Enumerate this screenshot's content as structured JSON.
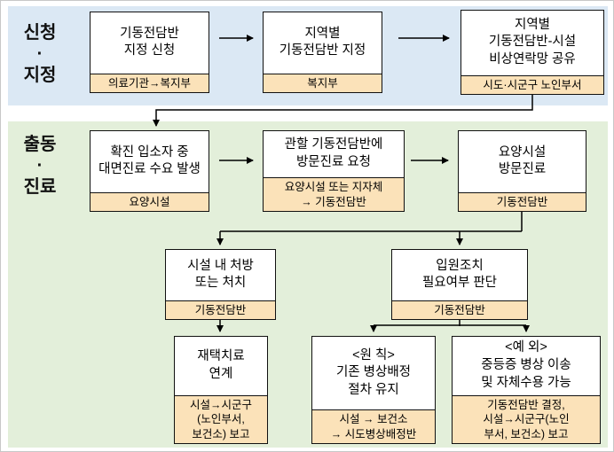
{
  "colors": {
    "section_apply_bg": "#dbe8f4",
    "section_dispatch_bg": "#e3efda",
    "footer_bg": "#fbe2b9",
    "box_border": "#111111"
  },
  "sections": {
    "apply": {
      "label": "신청\n·\n지정",
      "boxes": {
        "request": {
          "main": "기동전담반\n지정 신청",
          "footer": "의료기관→복지부"
        },
        "designate": {
          "main": "지역별\n기동전담반 지정",
          "footer": "복지부"
        },
        "network": {
          "main": "지역별\n기동전담반-시설\n비상연락망 공유",
          "footer": "시도·시군구 노인부서"
        }
      }
    },
    "dispatch": {
      "label": "출동\n·\n진료",
      "boxes": {
        "demand": {
          "main": "확진 입소자 중\n대면진료 수요 발생",
          "footer": "요양시설"
        },
        "visit_request": {
          "main": "관할 기동전담반에\n방문진료 요청",
          "footer": "요양시설 또는 지자체\n→ 기동전담반"
        },
        "visit_care": {
          "main": "요양시설\n방문진료",
          "footer": "기동전담반"
        },
        "onsite": {
          "main": "시설 내 처방\n또는 처치",
          "footer": "기동전담반"
        },
        "decision": {
          "main": "입원조치\n필요여부 판단",
          "footer": "기동전담반"
        },
        "homecare": {
          "main": "재택치료\n연계",
          "footer": "시설→시군구\n(노인부서,\n보건소) 보고"
        },
        "principle": {
          "main": "<원 칙>\n기존 병상배정\n절차 유지",
          "footer": "시설 → 보건소\n→ 시도병상배정반"
        },
        "exception": {
          "main": "<예 외>\n중등증 병상 이송\n및 자체수용 가능",
          "footer": "기동전담반 결정,\n시설→시군구(노인\n부서, 보건소) 보고"
        }
      }
    }
  }
}
